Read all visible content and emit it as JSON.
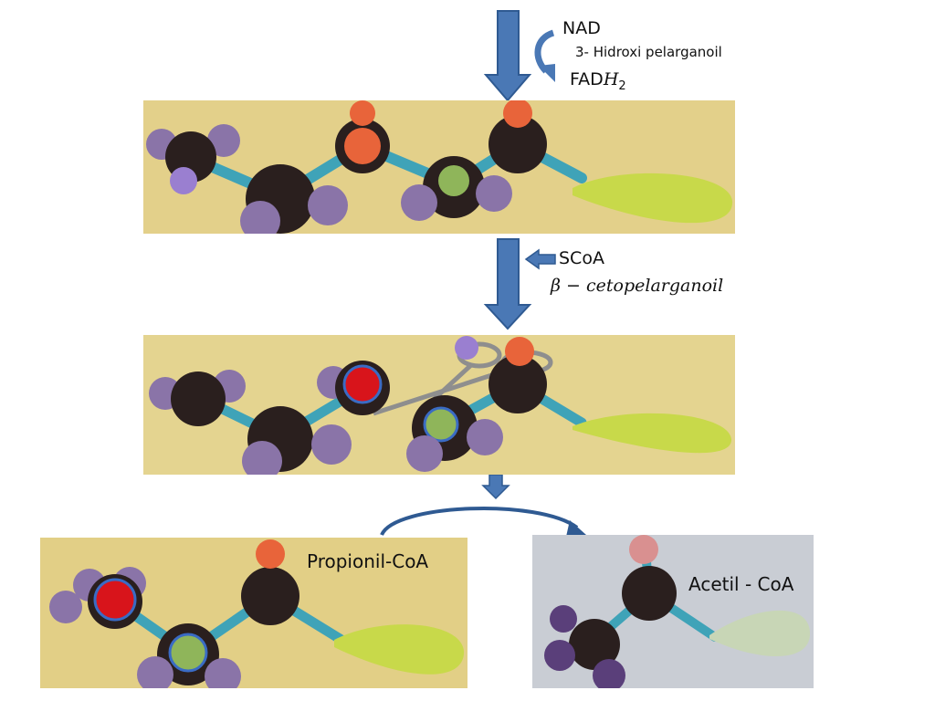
{
  "step1": {
    "top": "NAD",
    "substrate": "3- Hidroxi pelarganoil",
    "bottom_prefix": "FAD",
    "bottom_var": "H",
    "bottom_sub": "2"
  },
  "step2": {
    "reagent": "SCoA",
    "beta": "β",
    "minus": "−",
    "product": "cetopelarganoil"
  },
  "products": {
    "left": "Propionil-CoA",
    "right": "Acetil - CoA"
  },
  "colors": {
    "arrow": "#4a78b5",
    "arrow_stroke": "#2f5a92",
    "photo_bg": "#e3d08a",
    "photo_bg_right": "#c9cdd4",
    "black_atom": "#2a1f1e",
    "purple_atom": "#8a74a8",
    "orange_atom": "#e8643a",
    "red_atom": "#d8141b",
    "green_atom": "#8fb55a",
    "teal_bond": "#3fa3b8",
    "coa_leaf": "#c8d94a"
  }
}
